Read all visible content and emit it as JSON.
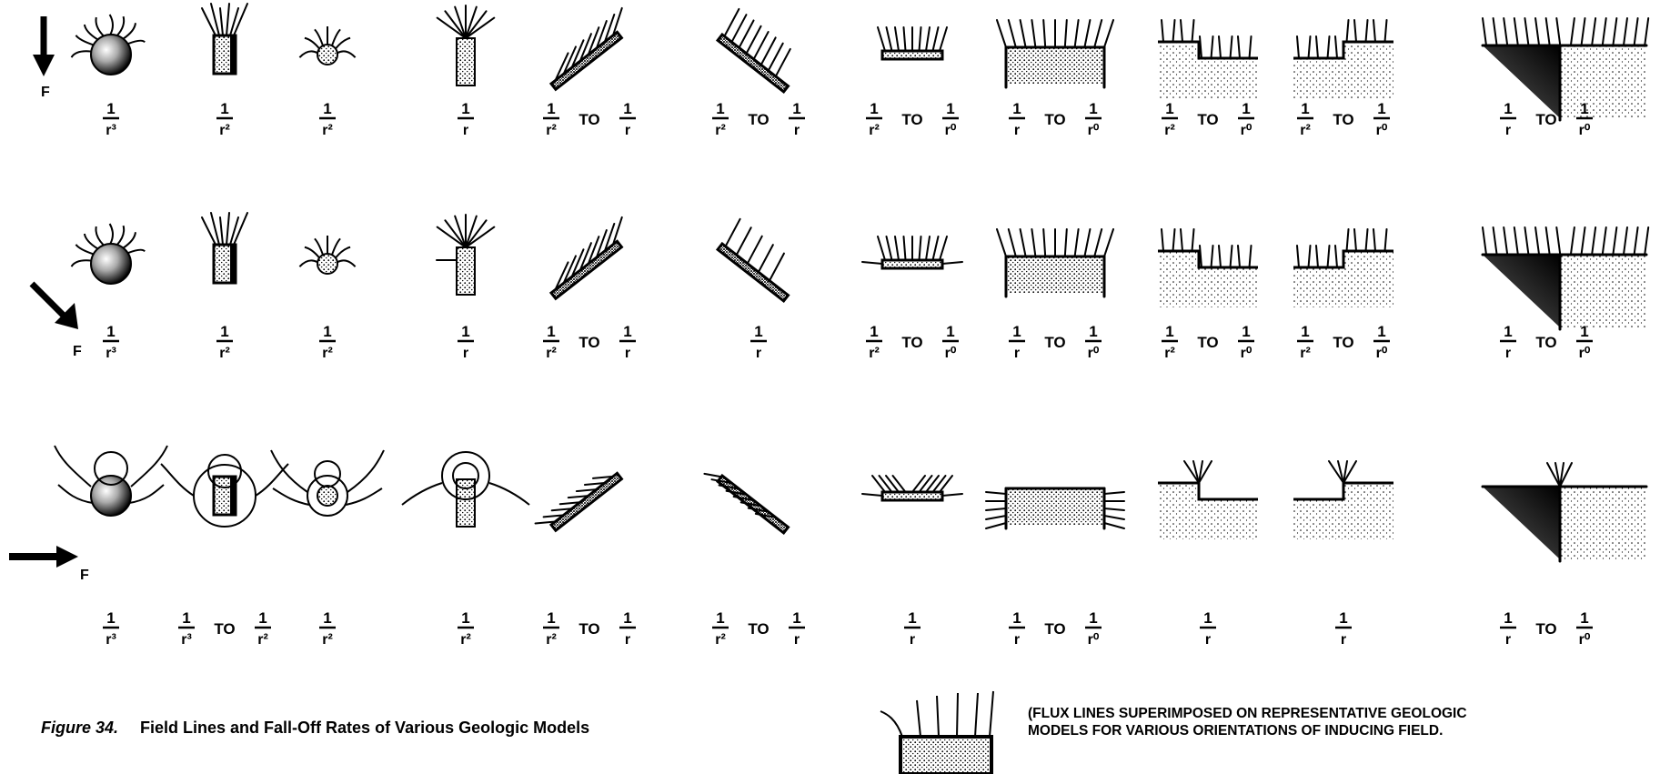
{
  "arrow_label": "F",
  "frac_numerator": "1",
  "to_word": "TO",
  "rows": [
    {
      "field": "vertical",
      "models": [
        {
          "shape": "sphere",
          "from": "r³",
          "to": null
        },
        {
          "shape": "cylinder",
          "from": "r²",
          "to": null
        },
        {
          "shape": "small-sphere",
          "from": "r²",
          "to": null
        },
        {
          "shape": "dike",
          "from": "r",
          "to": null
        },
        {
          "shape": "dipping-dike",
          "from": "r²",
          "to": "r"
        },
        {
          "shape": "dipping-dike-reverse",
          "from": "r²",
          "to": "r"
        },
        {
          "shape": "thin-sheet",
          "from": "r²",
          "to": "r⁰"
        },
        {
          "shape": "slab",
          "from": "r",
          "to": "r⁰"
        },
        {
          "shape": "step-down",
          "from": "r²",
          "to": "r⁰"
        },
        {
          "shape": "step-up",
          "from": "r²",
          "to": "r⁰"
        },
        {
          "shape": "contact",
          "from": "r",
          "to": "r⁰"
        }
      ]
    },
    {
      "field": "inclined",
      "models": [
        {
          "shape": "sphere",
          "from": "r³",
          "to": null
        },
        {
          "shape": "cylinder",
          "from": "r²",
          "to": null
        },
        {
          "shape": "small-sphere",
          "from": "r²",
          "to": null
        },
        {
          "shape": "dike",
          "from": "r",
          "to": null
        },
        {
          "shape": "dipping-dike",
          "from": "r²",
          "to": "r"
        },
        {
          "shape": "dipping-dike-reverse",
          "from": "r",
          "to": null
        },
        {
          "shape": "thin-sheet",
          "from": "r²",
          "to": "r⁰"
        },
        {
          "shape": "slab",
          "from": "r",
          "to": "r⁰"
        },
        {
          "shape": "step-down",
          "from": "r²",
          "to": "r⁰"
        },
        {
          "shape": "step-up",
          "from": "r²",
          "to": "r⁰"
        },
        {
          "shape": "contact",
          "from": "r",
          "to": "r⁰"
        }
      ]
    },
    {
      "field": "horizontal",
      "models": [
        {
          "shape": "sphere",
          "from": "r³",
          "to": null
        },
        {
          "shape": "cylinder",
          "from": "r³",
          "to": "r²"
        },
        {
          "shape": "small-sphere",
          "from": "r²",
          "to": null
        },
        {
          "shape": "dike",
          "from": "r²",
          "to": null
        },
        {
          "shape": "dipping-dike",
          "from": "r²",
          "to": "r"
        },
        {
          "shape": "dipping-dike-reverse",
          "from": "r²",
          "to": "r"
        },
        {
          "shape": "thin-sheet",
          "from": "r",
          "to": null
        },
        {
          "shape": "slab",
          "from": "r",
          "to": "r⁰"
        },
        {
          "shape": "step-down",
          "from": "r",
          "to": null
        },
        {
          "shape": "step-up",
          "from": "r",
          "to": null
        },
        {
          "shape": "contact",
          "from": "r",
          "to": "r⁰"
        }
      ]
    }
  ],
  "caption": {
    "figure_label": "Figure 34.",
    "title": "Field Lines and Fall-Off Rates of Various Geologic Models"
  },
  "note": {
    "line1": "(FLUX LINES SUPERIMPOSED ON REPRESENTATIVE GEOLOGIC",
    "line2": "MODELS FOR VARIOUS ORIENTATIONS OF INDUCING FIELD."
  }
}
